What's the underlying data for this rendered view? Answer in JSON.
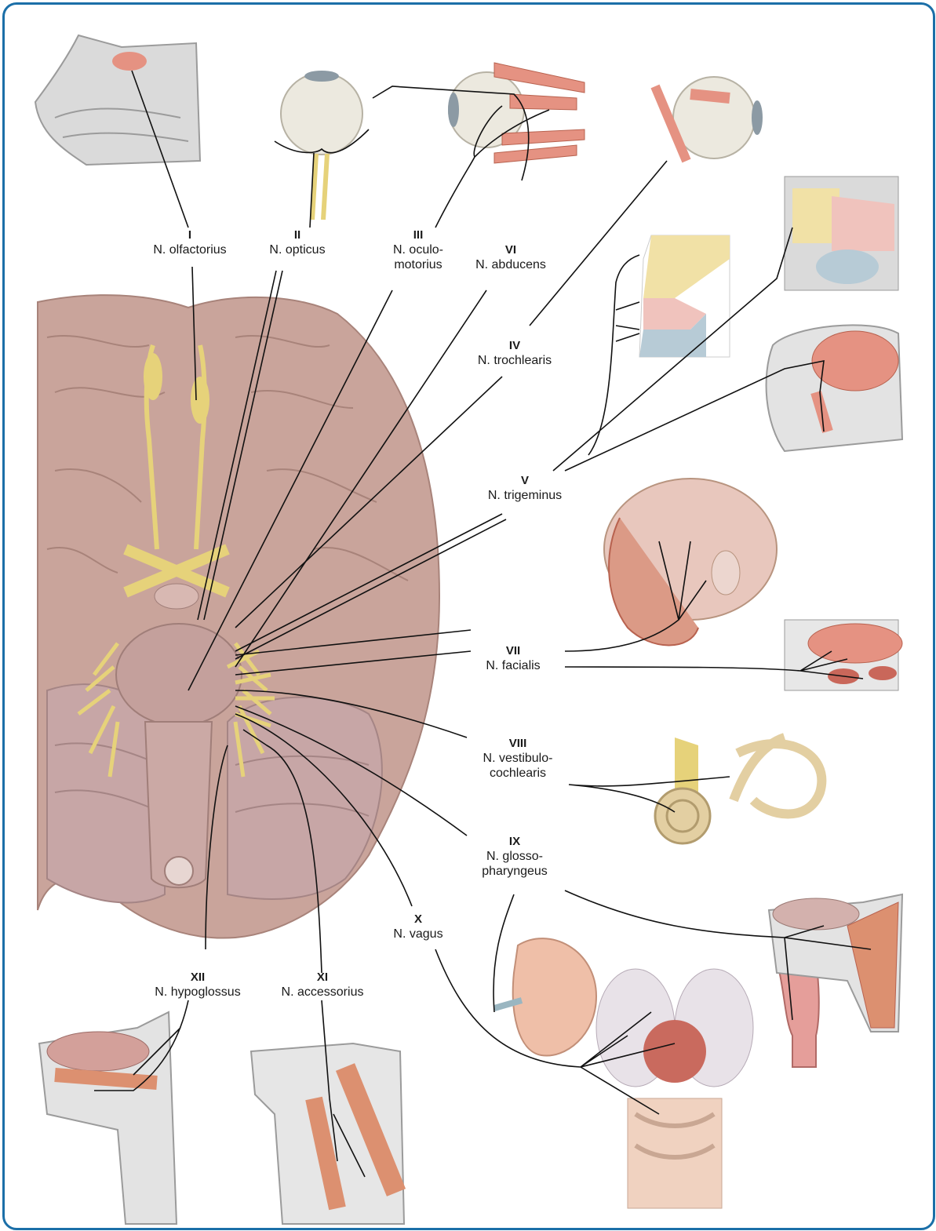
{
  "colors": {
    "frame": "#1b6fa8",
    "brain": "#c9a49b",
    "nerve": "#e6d27a",
    "muscle": "#d98f7a",
    "bone": "#dadada",
    "leader_line": "#111111"
  },
  "nerves": [
    {
      "id": "I",
      "numeral": "I",
      "name_lines": [
        "N. olfactorius"
      ]
    },
    {
      "id": "II",
      "numeral": "II",
      "name_lines": [
        "N. opticus"
      ]
    },
    {
      "id": "III",
      "numeral": "III",
      "name_lines": [
        "N. oculo-",
        "motorius"
      ]
    },
    {
      "id": "VI",
      "numeral": "VI",
      "name_lines": [
        "N. abducens"
      ]
    },
    {
      "id": "IV",
      "numeral": "IV",
      "name_lines": [
        "N. trochlearis"
      ]
    },
    {
      "id": "V",
      "numeral": "V",
      "name_lines": [
        "N. trigeminus"
      ]
    },
    {
      "id": "VII",
      "numeral": "VII",
      "name_lines": [
        "N. facialis"
      ]
    },
    {
      "id": "VIII",
      "numeral": "VIII",
      "name_lines": [
        "N. vestibulo-",
        "cochlearis"
      ]
    },
    {
      "id": "IX",
      "numeral": "IX",
      "name_lines": [
        "N. glosso-",
        "pharyngeus"
      ]
    },
    {
      "id": "X",
      "numeral": "X",
      "name_lines": [
        "N. vagus"
      ]
    },
    {
      "id": "XII",
      "numeral": "XII",
      "name_lines": [
        "N. hypoglossus"
      ]
    },
    {
      "id": "XI",
      "numeral": "XI",
      "name_lines": [
        "N. accessorius"
      ]
    }
  ]
}
